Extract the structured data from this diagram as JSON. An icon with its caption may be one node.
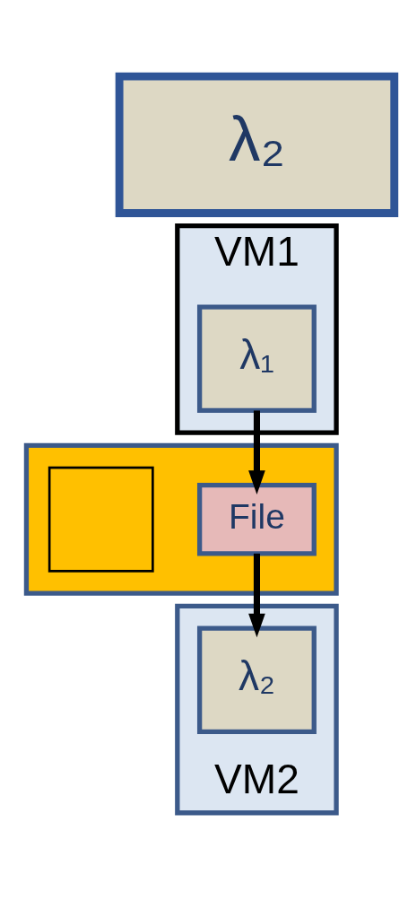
{
  "diagram": {
    "nodes": [
      {
        "text": [
          "λ₂"
        ]
      },
      {
        "text": [
          "VM1"
        ]
      },
      {
        "text": [
          "λ₁"
        ],
        "in": 1
      },
      {
        "text": [],
        "shape": "box"
      },
      {
        "text": [],
        "shape": "box",
        "in": 3
      },
      {
        "text": [
          "File"
        ],
        "in": 3
      },
      {
        "text": [
          "VM2"
        ]
      },
      {
        "text": [
          "λ₂"
        ],
        "in": 6
      }
    ],
    "edges": [
      {
        "from": 2,
        "to": 5,
        "arrow": "to"
      },
      {
        "from": 5,
        "to": 7,
        "arrow": "to"
      }
    ]
  }
}
